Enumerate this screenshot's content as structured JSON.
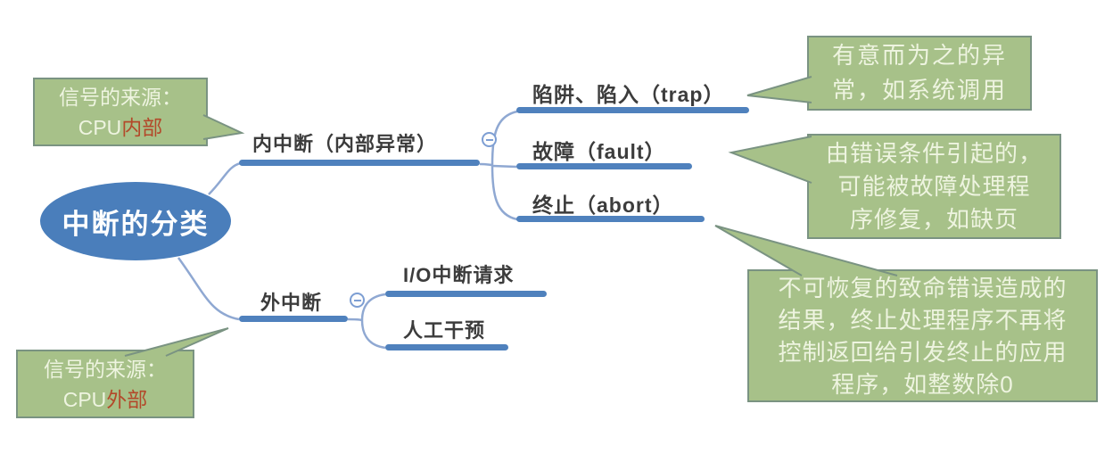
{
  "diagram_title": "中断的分类",
  "root": {
    "label": "中断的分类"
  },
  "branches": {
    "internal": {
      "label": "内中断（内部异常）",
      "collapse_state": "collapsed-minus",
      "children": [
        {
          "label": "陷阱、陷入（trap）"
        },
        {
          "label": "故障（fault）"
        },
        {
          "label": "终止（abort）"
        }
      ]
    },
    "external": {
      "label": "外中断",
      "collapse_state": "collapsed-minus",
      "children": [
        {
          "label": "I/O中断请求"
        },
        {
          "label": "人工干预"
        }
      ]
    }
  },
  "callouts": {
    "top_left": {
      "line1": "信号的来源：",
      "line2_white": "CPU",
      "line2_red": "内部"
    },
    "bottom_left": {
      "line1": "信号的来源：",
      "line2_white": "CPU",
      "line2_red": "外部"
    },
    "top_right": {
      "lines": [
        "有意而为之的异",
        "常，如系统调用"
      ]
    },
    "middle_right": {
      "lines": [
        "由错误条件引起的，",
        "可能被故障处理程",
        "序修复，如缺页"
      ]
    },
    "bottom_right": {
      "lines": [
        "不可恢复的致命错误造成的",
        "结果，终止处理程序不再将",
        "控制返回给引发终止的应用",
        "程序，如整数除0"
      ]
    }
  },
  "colors": {
    "root_node_blue": "#4a7ebb",
    "underline_blue": "#4f81bd",
    "connector_blue": "#8fa8d2",
    "callout_green_fill": "#a7c189",
    "callout_green_border": "#7a9382",
    "callout_text": "#eef4e0",
    "highlight_red": "#b3492a",
    "label_dark": "#3c3c3c"
  }
}
